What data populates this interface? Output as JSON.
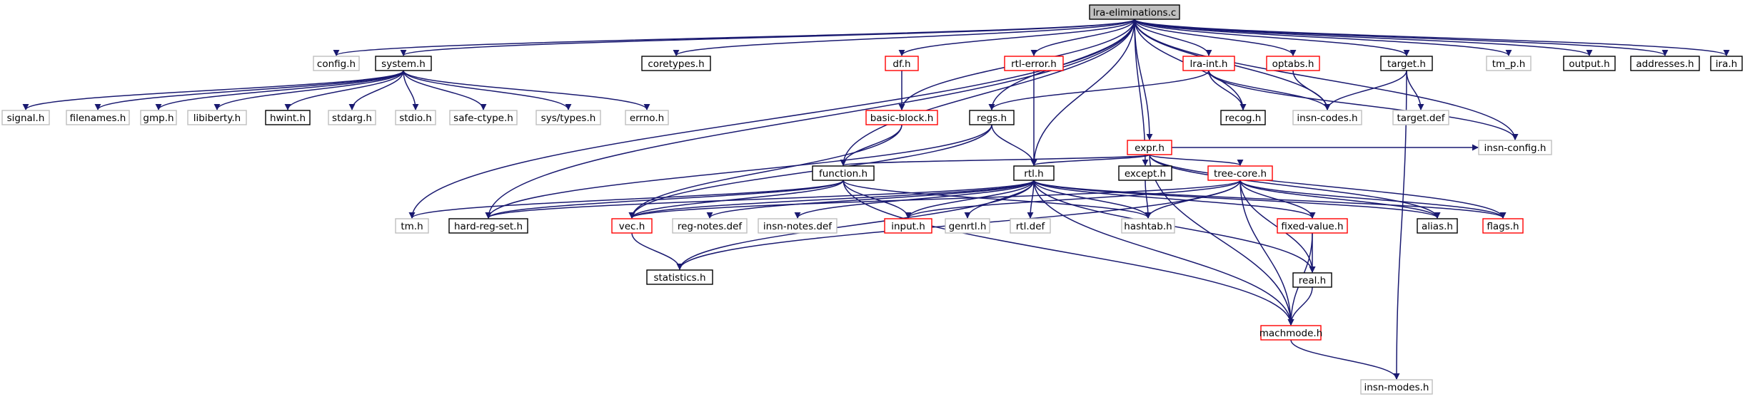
{
  "graph": {
    "root": "lra-eliminations.c",
    "accent_colors": {
      "edge": "#191970",
      "documented": "#000000",
      "incomplete": "#ff0000",
      "external": "#bfbfbf",
      "root_fill": "#bfbfbf"
    },
    "nodes": [
      {
        "id": "lra-eliminations.c",
        "label": "lra-eliminations.c",
        "style": "root"
      },
      {
        "id": "config.h",
        "label": "config.h",
        "style": "gray"
      },
      {
        "id": "system.h",
        "label": "system.h",
        "style": "black"
      },
      {
        "id": "coretypes.h",
        "label": "coretypes.h",
        "style": "black"
      },
      {
        "id": "df.h",
        "label": "df.h",
        "style": "red"
      },
      {
        "id": "rtl-error.h",
        "label": "rtl-error.h",
        "style": "red"
      },
      {
        "id": "lra-int.h",
        "label": "lra-int.h",
        "style": "red"
      },
      {
        "id": "optabs.h",
        "label": "optabs.h",
        "style": "red"
      },
      {
        "id": "target.h",
        "label": "target.h",
        "style": "black"
      },
      {
        "id": "tm_p.h",
        "label": "tm_p.h",
        "style": "gray"
      },
      {
        "id": "output.h",
        "label": "output.h",
        "style": "black"
      },
      {
        "id": "addresses.h",
        "label": "addresses.h",
        "style": "black"
      },
      {
        "id": "ira.h",
        "label": "ira.h",
        "style": "black"
      },
      {
        "id": "signal.h",
        "label": "signal.h",
        "style": "gray"
      },
      {
        "id": "filenames.h",
        "label": "filenames.h",
        "style": "gray"
      },
      {
        "id": "gmp.h",
        "label": "gmp.h",
        "style": "gray"
      },
      {
        "id": "libiberty.h",
        "label": "libiberty.h",
        "style": "gray"
      },
      {
        "id": "hwint.h",
        "label": "hwint.h",
        "style": "black"
      },
      {
        "id": "stdarg.h",
        "label": "stdarg.h",
        "style": "gray"
      },
      {
        "id": "stdio.h",
        "label": "stdio.h",
        "style": "gray"
      },
      {
        "id": "safe-ctype.h",
        "label": "safe-ctype.h",
        "style": "gray"
      },
      {
        "id": "sys/types.h",
        "label": "sys/types.h",
        "style": "gray"
      },
      {
        "id": "errno.h",
        "label": "errno.h",
        "style": "gray"
      },
      {
        "id": "basic-block.h",
        "label": "basic-block.h",
        "style": "red"
      },
      {
        "id": "regs.h",
        "label": "regs.h",
        "style": "black"
      },
      {
        "id": "recog.h",
        "label": "recog.h",
        "style": "black"
      },
      {
        "id": "insn-codes.h",
        "label": "insn-codes.h",
        "style": "gray"
      },
      {
        "id": "target.def",
        "label": "target.def",
        "style": "gray"
      },
      {
        "id": "expr.h",
        "label": "expr.h",
        "style": "red"
      },
      {
        "id": "insn-config.h",
        "label": "insn-config.h",
        "style": "gray"
      },
      {
        "id": "function.h",
        "label": "function.h",
        "style": "black"
      },
      {
        "id": "rtl.h",
        "label": "rtl.h",
        "style": "black"
      },
      {
        "id": "except.h",
        "label": "except.h",
        "style": "black"
      },
      {
        "id": "tree-core.h",
        "label": "tree-core.h",
        "style": "red"
      },
      {
        "id": "tm.h",
        "label": "tm.h",
        "style": "gray"
      },
      {
        "id": "hard-reg-set.h",
        "label": "hard-reg-set.h",
        "style": "black"
      },
      {
        "id": "vec.h",
        "label": "vec.h",
        "style": "red"
      },
      {
        "id": "reg-notes.def",
        "label": "reg-notes.def",
        "style": "gray"
      },
      {
        "id": "insn-notes.def",
        "label": "insn-notes.def",
        "style": "gray"
      },
      {
        "id": "input.h",
        "label": "input.h",
        "style": "red"
      },
      {
        "id": "genrtl.h",
        "label": "genrtl.h",
        "style": "gray"
      },
      {
        "id": "rtl.def",
        "label": "rtl.def",
        "style": "gray"
      },
      {
        "id": "hashtab.h",
        "label": "hashtab.h",
        "style": "gray"
      },
      {
        "id": "fixed-value.h",
        "label": "fixed-value.h",
        "style": "red"
      },
      {
        "id": "alias.h",
        "label": "alias.h",
        "style": "black"
      },
      {
        "id": "flags.h",
        "label": "flags.h",
        "style": "red"
      },
      {
        "id": "statistics.h",
        "label": "statistics.h",
        "style": "black"
      },
      {
        "id": "real.h",
        "label": "real.h",
        "style": "black"
      },
      {
        "id": "machmode.h",
        "label": "machmode.h",
        "style": "red"
      },
      {
        "id": "insn-modes.h",
        "label": "insn-modes.h",
        "style": "gray"
      }
    ],
    "edges": [
      [
        "lra-eliminations.c",
        "config.h"
      ],
      [
        "lra-eliminations.c",
        "system.h"
      ],
      [
        "lra-eliminations.c",
        "coretypes.h"
      ],
      [
        "lra-eliminations.c",
        "df.h"
      ],
      [
        "lra-eliminations.c",
        "rtl-error.h"
      ],
      [
        "lra-eliminations.c",
        "lra-int.h"
      ],
      [
        "lra-eliminations.c",
        "optabs.h"
      ],
      [
        "lra-eliminations.c",
        "target.h"
      ],
      [
        "lra-eliminations.c",
        "tm_p.h"
      ],
      [
        "lra-eliminations.c",
        "output.h"
      ],
      [
        "lra-eliminations.c",
        "addresses.h"
      ],
      [
        "lra-eliminations.c",
        "ira.h"
      ],
      [
        "lra-eliminations.c",
        "tm.h"
      ],
      [
        "lra-eliminations.c",
        "hard-reg-set.h"
      ],
      [
        "lra-eliminations.c",
        "function.h"
      ],
      [
        "lra-eliminations.c",
        "basic-block.h"
      ],
      [
        "lra-eliminations.c",
        "regs.h"
      ],
      [
        "lra-eliminations.c",
        "rtl.h"
      ],
      [
        "lra-eliminations.c",
        "except.h"
      ],
      [
        "lra-eliminations.c",
        "expr.h"
      ],
      [
        "lra-eliminations.c",
        "recog.h"
      ],
      [
        "lra-eliminations.c",
        "insn-codes.h"
      ],
      [
        "lra-eliminations.c",
        "insn-config.h"
      ],
      [
        "system.h",
        "signal.h"
      ],
      [
        "system.h",
        "filenames.h"
      ],
      [
        "system.h",
        "gmp.h"
      ],
      [
        "system.h",
        "libiberty.h"
      ],
      [
        "system.h",
        "hwint.h"
      ],
      [
        "system.h",
        "stdarg.h"
      ],
      [
        "system.h",
        "stdio.h"
      ],
      [
        "system.h",
        "safe-ctype.h"
      ],
      [
        "system.h",
        "sys/types.h"
      ],
      [
        "system.h",
        "errno.h"
      ],
      [
        "df.h",
        "basic-block.h"
      ],
      [
        "rtl-error.h",
        "rtl.h"
      ],
      [
        "lra-int.h",
        "regs.h"
      ],
      [
        "lra-int.h",
        "recog.h"
      ],
      [
        "lra-int.h",
        "insn-codes.h"
      ],
      [
        "lra-int.h",
        "insn-config.h"
      ],
      [
        "optabs.h",
        "insn-codes.h"
      ],
      [
        "target.h",
        "insn-codes.h"
      ],
      [
        "target.h",
        "target.def"
      ],
      [
        "target.h",
        "insn-modes.h"
      ],
      [
        "basic-block.h",
        "function.h"
      ],
      [
        "basic-block.h",
        "vec.h"
      ],
      [
        "regs.h",
        "rtl.h"
      ],
      [
        "regs.h",
        "hard-reg-set.h"
      ],
      [
        "regs.h",
        "vec.h"
      ],
      [
        "expr.h",
        "function.h"
      ],
      [
        "expr.h",
        "rtl.h"
      ],
      [
        "expr.h",
        "tree-core.h"
      ],
      [
        "expr.h",
        "alias.h"
      ],
      [
        "expr.h",
        "flags.h"
      ],
      [
        "expr.h",
        "insn-config.h"
      ],
      [
        "expr.h",
        "machmode.h"
      ],
      [
        "function.h",
        "tm.h"
      ],
      [
        "function.h",
        "hard-reg-set.h"
      ],
      [
        "function.h",
        "vec.h"
      ],
      [
        "function.h",
        "input.h"
      ],
      [
        "function.h",
        "hashtab.h"
      ],
      [
        "function.h",
        "machmode.h"
      ],
      [
        "rtl.h",
        "vec.h"
      ],
      [
        "rtl.h",
        "reg-notes.def"
      ],
      [
        "rtl.h",
        "insn-notes.def"
      ],
      [
        "rtl.h",
        "input.h"
      ],
      [
        "rtl.h",
        "genrtl.h"
      ],
      [
        "rtl.h",
        "rtl.def"
      ],
      [
        "rtl.h",
        "hashtab.h"
      ],
      [
        "rtl.h",
        "fixed-value.h"
      ],
      [
        "rtl.h",
        "alias.h"
      ],
      [
        "rtl.h",
        "flags.h"
      ],
      [
        "rtl.h",
        "statistics.h"
      ],
      [
        "rtl.h",
        "real.h"
      ],
      [
        "rtl.h",
        "machmode.h"
      ],
      [
        "rtl.h",
        "hard-reg-set.h"
      ],
      [
        "except.h",
        "hashtab.h"
      ],
      [
        "tree-core.h",
        "vec.h"
      ],
      [
        "tree-core.h",
        "input.h"
      ],
      [
        "tree-core.h",
        "hashtab.h"
      ],
      [
        "tree-core.h",
        "statistics.h"
      ],
      [
        "tree-core.h",
        "fixed-value.h"
      ],
      [
        "tree-core.h",
        "alias.h"
      ],
      [
        "tree-core.h",
        "flags.h"
      ],
      [
        "tree-core.h",
        "real.h"
      ],
      [
        "tree-core.h",
        "machmode.h"
      ],
      [
        "vec.h",
        "statistics.h"
      ],
      [
        "fixed-value.h",
        "real.h"
      ],
      [
        "fixed-value.h",
        "machmode.h"
      ],
      [
        "real.h",
        "machmode.h"
      ],
      [
        "machmode.h",
        "insn-modes.h"
      ]
    ]
  }
}
